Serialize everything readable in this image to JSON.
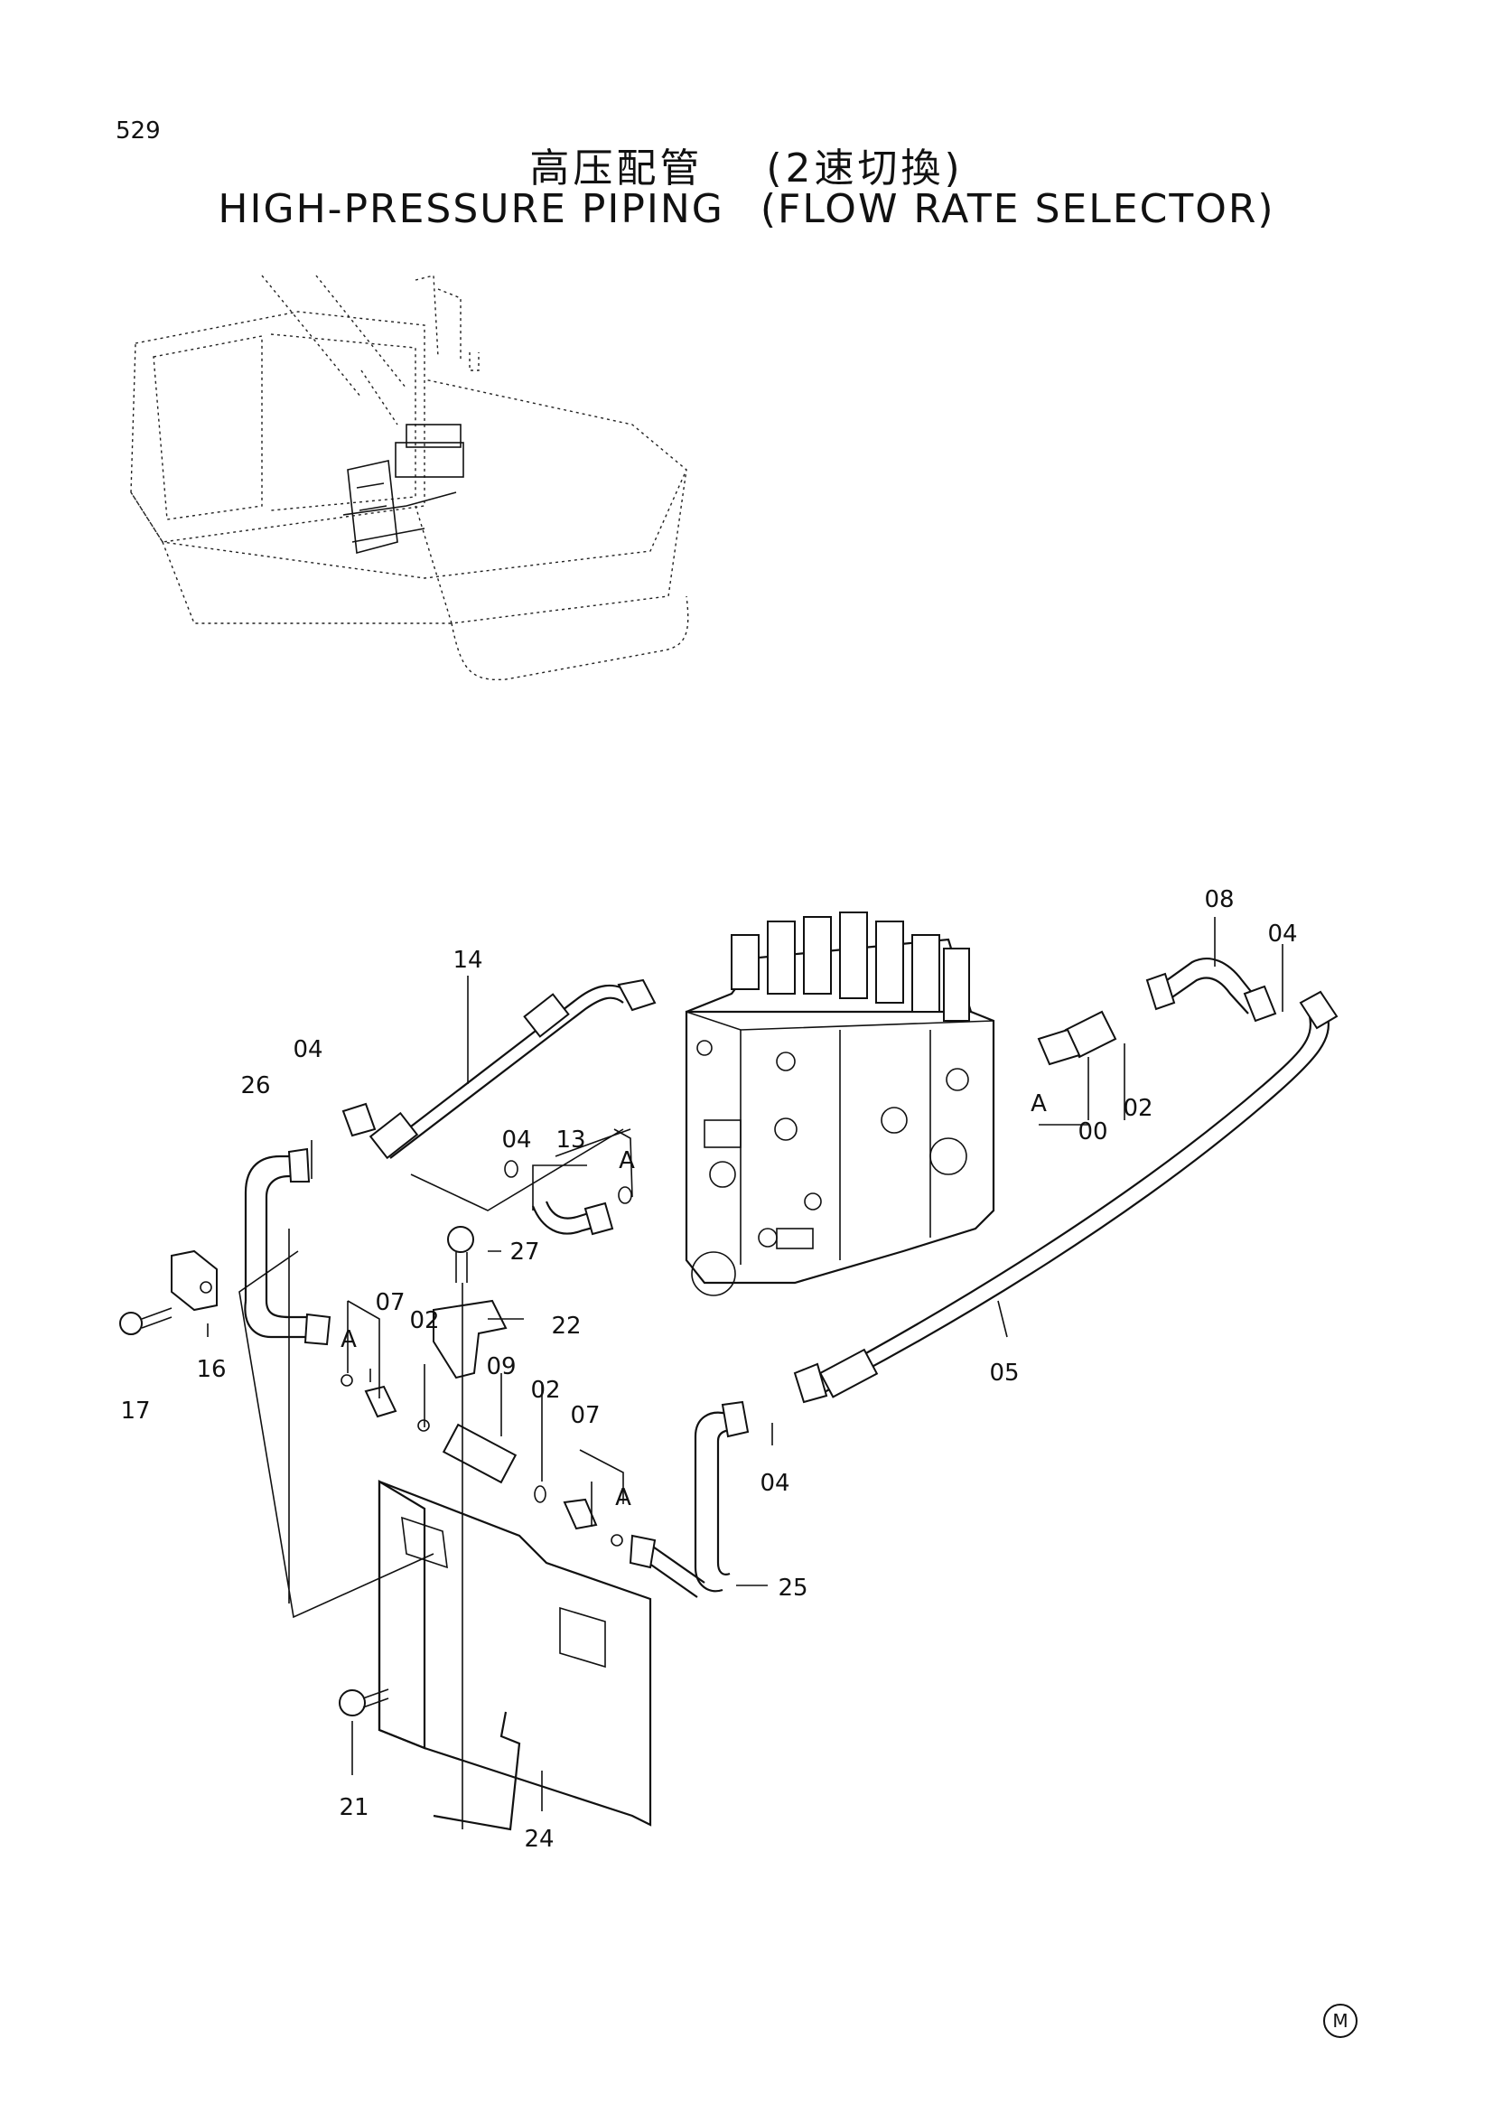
{
  "header": {
    "page_number": "529",
    "title_jp": "高压配管",
    "title_jp_sub": "(2速切換)",
    "title_en": "HIGH-PRESSURE PIPING",
    "title_en_sub": "(FLOW RATE SELECTOR)"
  },
  "callouts": {
    "c14": "14",
    "c26": "26",
    "c04a": "04",
    "c04b": "04",
    "c13": "13",
    "cAa": "A",
    "c08": "08",
    "c04c": "04",
    "c00": "00",
    "c02a": "02",
    "cAb": "A",
    "c27": "27",
    "c22": "22",
    "c16": "16",
    "c17": "17",
    "c07a": "07",
    "c02b": "02",
    "c09": "09",
    "c02c": "02",
    "cAc": "A",
    "c07b": "07",
    "cAd": "A",
    "c05": "05",
    "c04d": "04",
    "c25": "25",
    "c21": "21",
    "c24": "24"
  },
  "footer": {
    "mark": "M"
  }
}
